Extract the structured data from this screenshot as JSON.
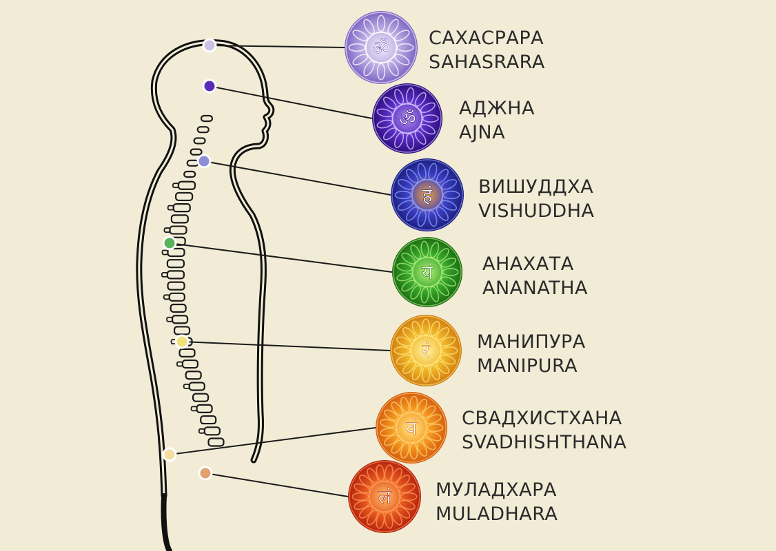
{
  "chakras": [
    {
      "ru": "САХАСРАРА",
      "en": "SAHASRARA",
      "symbol": "ॐ",
      "icon": "om-symbol-icon",
      "body_color": "#cbc2e6",
      "disc": [
        "#f2eefa",
        "#b7a6e0",
        "#7b62c2"
      ],
      "petal": "#ffffff"
    },
    {
      "ru": "АДЖНА",
      "en": "AJNA",
      "symbol": "ॐ",
      "icon": "third-eye-symbol-icon",
      "body_color": "#5b2bb5",
      "disc": [
        "#a98be8",
        "#5a2cc4",
        "#2a0c7a"
      ],
      "petal": "#d8ccff"
    },
    {
      "ru": "ВИШУДДХА",
      "en": "VISHUDDHA",
      "symbol": "हं",
      "icon": "ham-symbol-icon",
      "body_color": "#8e8ed6",
      "disc": [
        "#f0a236",
        "#3b3fc4",
        "#1a1d7a"
      ],
      "petal": "#8fa0ff"
    },
    {
      "ru": "АНАХАТА",
      "en": "ANANATHA",
      "symbol": "यं",
      "icon": "yam-symbol-icon",
      "body_color": "#58b25a",
      "disc": [
        "#b6f07a",
        "#37a52b",
        "#1b6a12"
      ],
      "petal": "#a8ee7a"
    },
    {
      "ru": "МАНИПУРА",
      "en": "MANIPURA",
      "symbol": "रं",
      "icon": "ram-symbol-icon",
      "body_color": "#f1e27a",
      "disc": [
        "#fff5a8",
        "#f0b526",
        "#cf7b10"
      ],
      "petal": "#ffe680"
    },
    {
      "ru": "СВАДХИСТХАНА",
      "en": "SVADHISHTHANA",
      "symbol": "वं",
      "icon": "vam-symbol-icon",
      "body_color": "#f3dda0",
      "disc": [
        "#ffe88a",
        "#f3971e",
        "#d35a10"
      ],
      "petal": "#ffd070"
    },
    {
      "ru": "МУЛАДХАРА",
      "en": "MULADHARA",
      "symbol": "लं",
      "icon": "lam-symbol-icon",
      "body_color": "#e3a070",
      "disc": [
        "#ffc06a",
        "#e3541e",
        "#b32010"
      ],
      "petal": "#ff9a50"
    }
  ]
}
